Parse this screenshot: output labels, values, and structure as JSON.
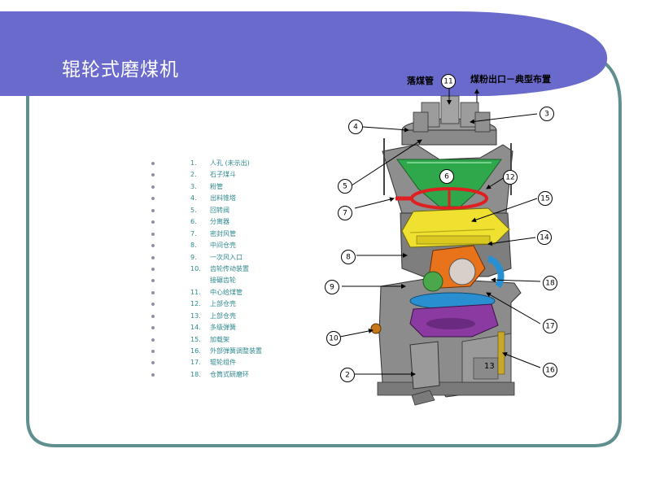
{
  "slide": {
    "title": "辊轮式磨煤机",
    "theme_color": "#6a6acc",
    "frame_color": "#5f8f8f"
  },
  "legend": [
    {
      "num": "1.",
      "text": "人孔 (未示出)"
    },
    {
      "num": "2.",
      "text": "石子煤斗"
    },
    {
      "num": "3.",
      "text": "粉管"
    },
    {
      "num": "4.",
      "text": "出料锥塔"
    },
    {
      "num": "5.",
      "text": "回转阀"
    },
    {
      "num": "6.",
      "text": "分离器"
    },
    {
      "num": "7.",
      "text": "密封风管"
    },
    {
      "num": "8.",
      "text": "中间仓壳"
    },
    {
      "num": "9.",
      "text": "一次风入口"
    },
    {
      "num": "10.",
      "text": "齿轮传动装置"
    },
    {
      "num": "",
      "text": "接碾齿轮"
    },
    {
      "num": "11.",
      "text": "中心给煤管"
    },
    {
      "num": "12.",
      "text": "上部仓壳"
    },
    {
      "num": "13.",
      "text": "上部仓壳"
    },
    {
      "num": "14.",
      "text": "多级弹簧"
    },
    {
      "num": "15.",
      "text": "加载架"
    },
    {
      "num": "16.",
      "text": "外部弹簧调整装置"
    },
    {
      "num": "17.",
      "text": "辊轮组件"
    },
    {
      "num": "18.",
      "text": "仓筒式研磨环"
    }
  ],
  "diagram": {
    "top_labels": {
      "coal_drop_pipe": "落煤管",
      "pulverized_outlet": "煤粉出口－典型布置"
    },
    "callouts": [
      "11",
      "3",
      "4",
      "6",
      "12",
      "5",
      "7",
      "15",
      "14",
      "8",
      "18",
      "9",
      "17",
      "10",
      "2",
      "16",
      "13"
    ],
    "colors": {
      "casing": "#8c8c8c",
      "casing_dark": "#6e6e6e",
      "separator": "#2ea84a",
      "loading_frame": "#f0e030",
      "roller": "#e8731a",
      "grinding_ring": "#2a8fd0",
      "seal_pipe": "#e02020",
      "gear": "#8a3aa0"
    }
  }
}
